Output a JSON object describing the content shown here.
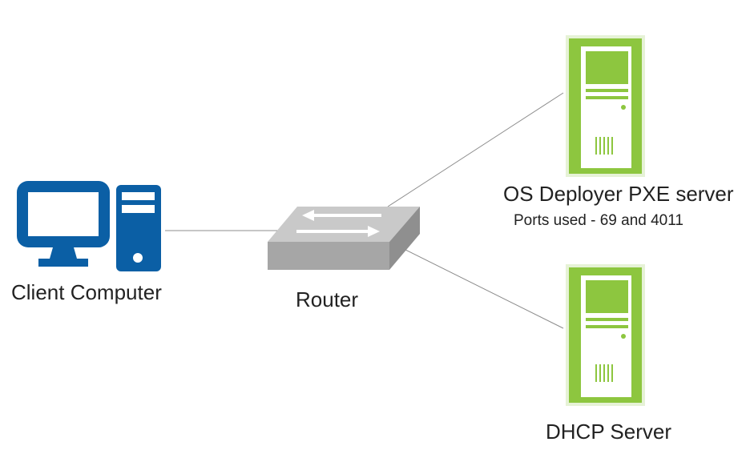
{
  "diagram": {
    "nodes": {
      "client": {
        "label": "Client Computer",
        "icon": "desktop-computer-icon",
        "color": "#0b5fa5"
      },
      "router": {
        "label": "Router",
        "icon": "router-switch-icon",
        "color": "#b3b3b3"
      },
      "pxe_server": {
        "label": "OS Deployer PXE server",
        "sublabel": "Ports used - 69 and 4011",
        "icon": "server-tower-icon",
        "color": "#8dc63f"
      },
      "dhcp_server": {
        "label": "DHCP Server",
        "icon": "server-tower-icon",
        "color": "#8dc63f"
      }
    },
    "connections": [
      {
        "from": "client",
        "to": "router"
      },
      {
        "from": "router",
        "to": "pxe_server"
      },
      {
        "from": "router",
        "to": "dhcp_server"
      }
    ],
    "line_color": "#8c8c8c"
  }
}
